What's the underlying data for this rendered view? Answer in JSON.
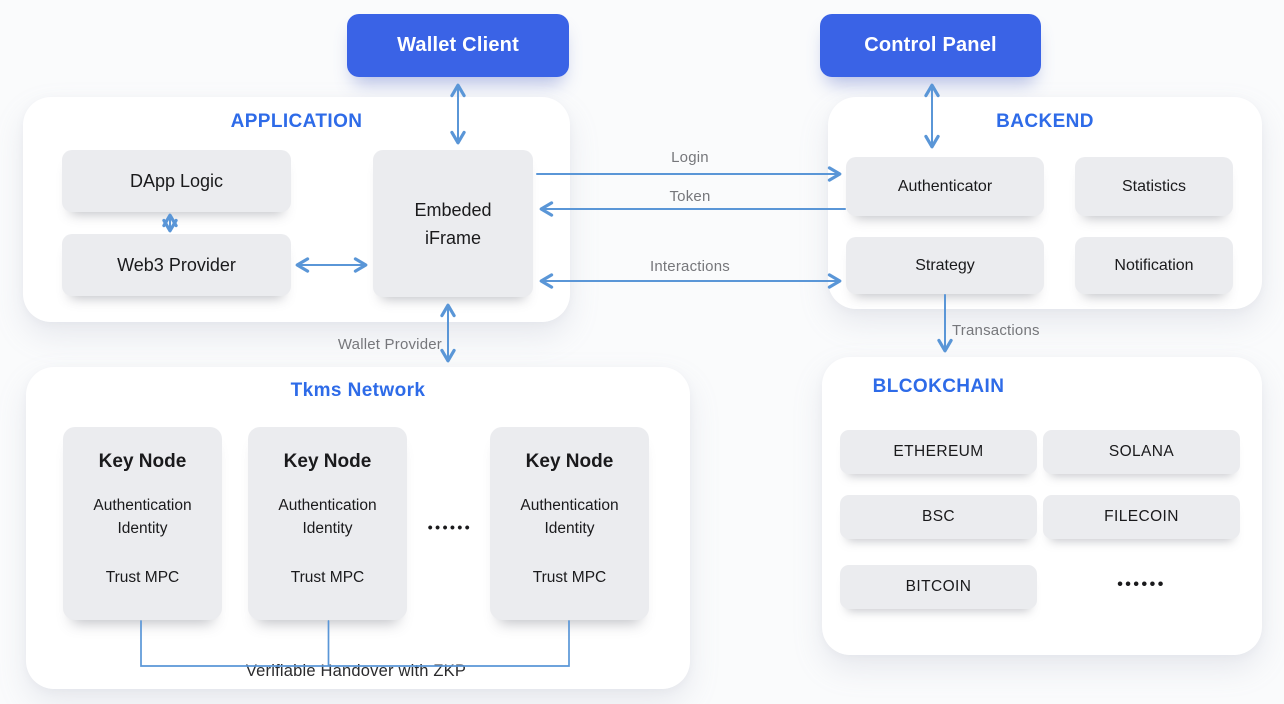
{
  "colors": {
    "pill_blue": "#3a63e6",
    "title_blue": "#2e6be8",
    "arrow_blue": "#5a96d7",
    "box_gray": "#ebecef",
    "label_gray": "#76777b",
    "panel_white": "#ffffff"
  },
  "top": {
    "wallet_client": "Wallet Client",
    "control_panel": "Control Panel"
  },
  "application": {
    "title": "APPLICATION",
    "dapp_logic": "DApp Logic",
    "web3_provider": "Web3 Provider",
    "iframe_line1": "Embeded",
    "iframe_line2": "iFrame"
  },
  "backend": {
    "title": "BACKEND",
    "authenticator": "Authenticator",
    "statistics": "Statistics",
    "strategy": "Strategy",
    "notification": "Notification"
  },
  "flows": {
    "login": "Login",
    "token": "Token",
    "interactions": "Interactions",
    "wallet_provider": "Wallet Provider",
    "transactions": "Transactions"
  },
  "tkms": {
    "title": "Tkms Network",
    "nodes": [
      {
        "title": "Key Node",
        "line1": "Authentication",
        "line2": "Identity",
        "line3": "Trust MPC"
      },
      {
        "title": "Key Node",
        "line1": "Authentication",
        "line2": "Identity",
        "line3": "Trust MPC"
      },
      {
        "title": "Key Node",
        "line1": "Authentication",
        "line2": "Identity",
        "line3": "Trust MPC"
      }
    ],
    "ellipsis": "••••••",
    "footer": "Verifiable Handover with ZKP"
  },
  "blockchain": {
    "title": "BLCOKCHAIN",
    "chains": [
      "ETHEREUM",
      "SOLANA",
      "BSC",
      "FILECOIN",
      "BITCOIN"
    ],
    "ellipsis": "••••••"
  }
}
